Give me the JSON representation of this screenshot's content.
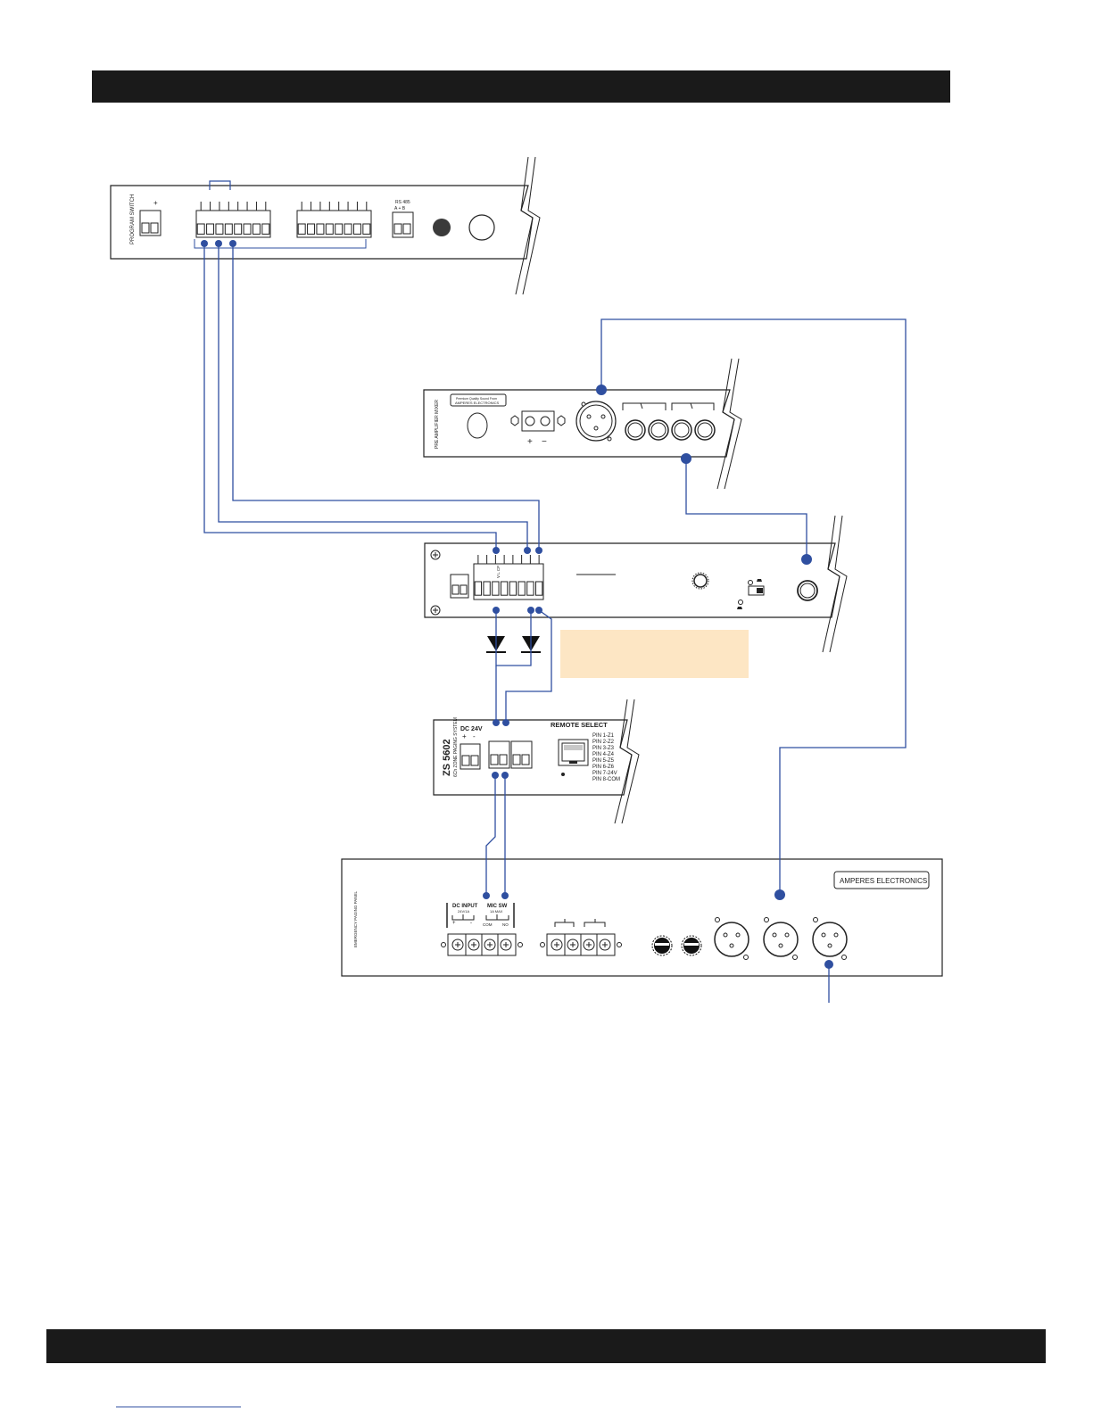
{
  "page": {
    "header_bar_color": "#1a1a1a",
    "footer_bar_color": "#1a1a1a",
    "wire_color": "#2f4fa0",
    "note_box_color": "#fde6c4"
  },
  "unit_a": {
    "side_label": "PROGRAM SWITCH",
    "plus_mark": "+",
    "rs485_label": "RS 485",
    "rs485_ab": "A  +  B"
  },
  "unit_b": {
    "brand_top": "Premium Quality Sound From",
    "brand": "AMPERES ELECTRONICS",
    "side_label": "PRE AMPLIFIER MIXER",
    "plus": "+",
    "minus": "−"
  },
  "unit_c": {
    "terminal_label": "V L CP"
  },
  "unit_d": {
    "model": "ZS 5602",
    "model_sub": "6Ch ZONE PAGING SYSTEM",
    "dc_label": "DC 24V",
    "dc_plus": "+",
    "dc_minus": "-",
    "remote_title": "REMOTE SELECT",
    "pins": [
      "PIN 1-Z1",
      "PIN 2-Z2",
      "PIN 3-Z3",
      "PIN 4-Z4",
      "PIN 5-Z5",
      "PIN 6-Z6",
      "PIN 7-24V",
      "PIN 8-COM"
    ]
  },
  "unit_e": {
    "side_label": "EMERGENCY PAGING PANEL",
    "brand": "AMPERES ELECTRONICS",
    "dc_input": "DC INPUT",
    "dc_rating": "24V/1A",
    "dc_plus": "+",
    "dc_minus": "-",
    "mic_sw": "MIC SW",
    "mic_rating": "1A MAX",
    "com": "COM",
    "no": "NO"
  }
}
